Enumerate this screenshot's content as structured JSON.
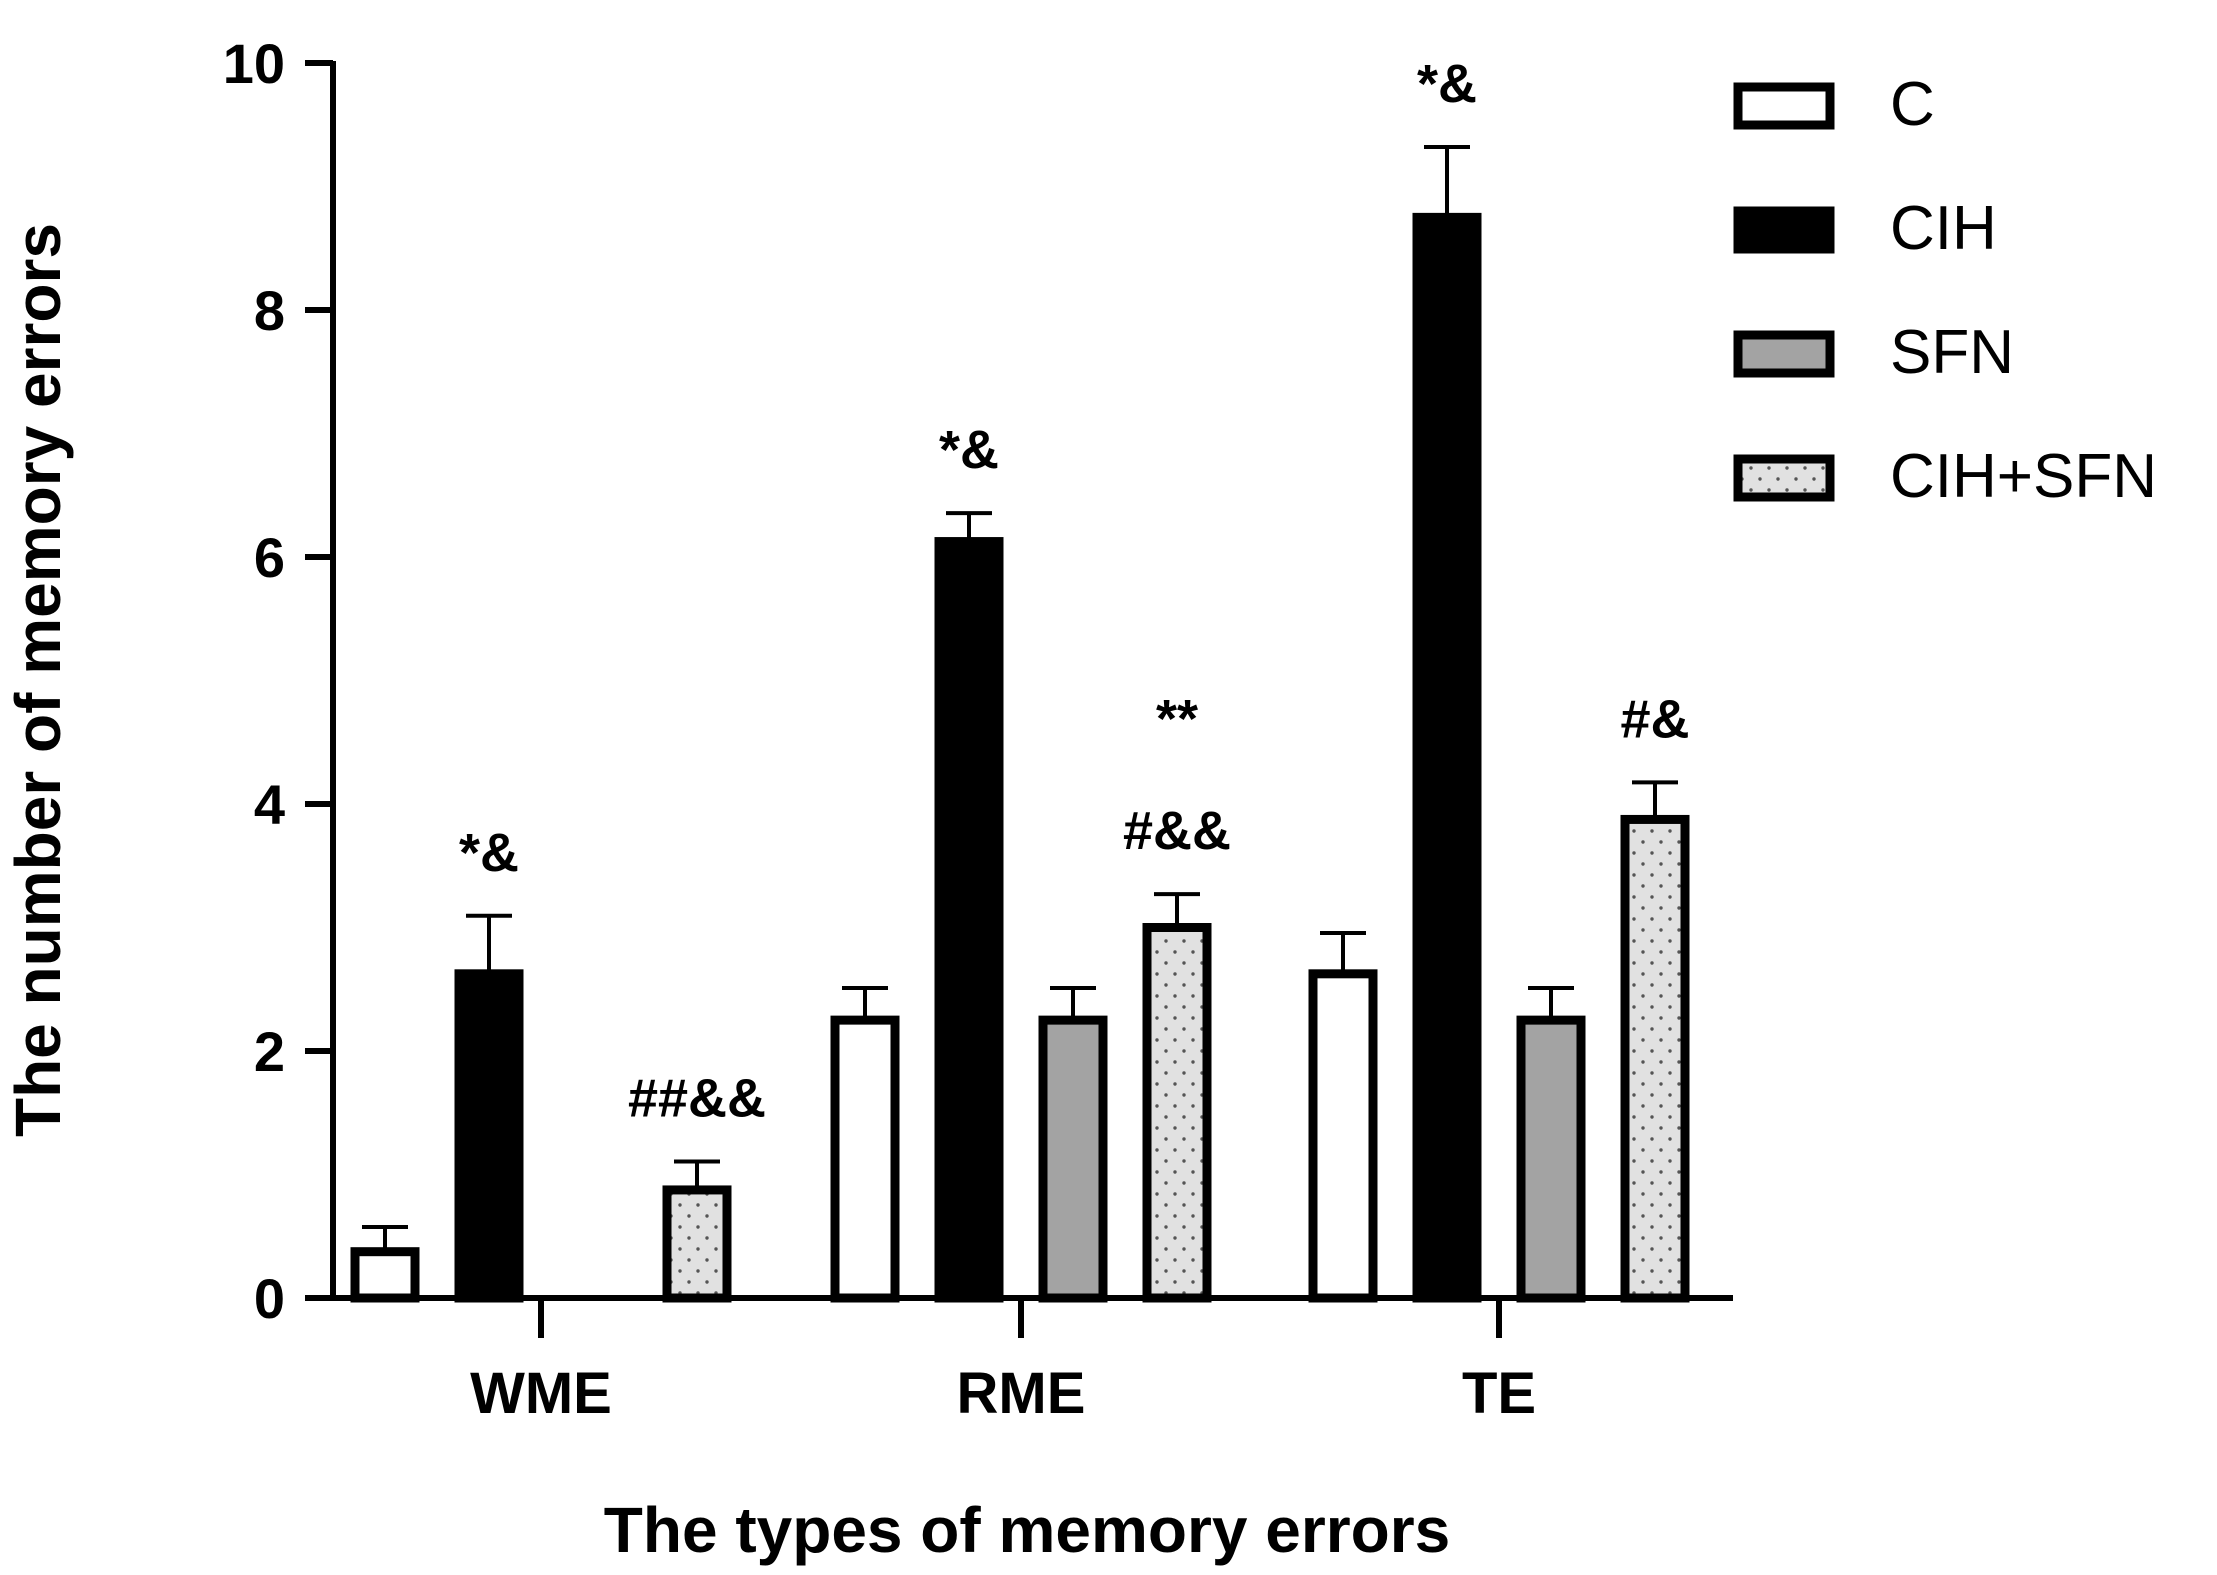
{
  "chart_data": {
    "type": "bar",
    "title": "",
    "xlabel": "The types of memory errors",
    "ylabel": "The number of memory errors",
    "ylim": [
      0,
      10
    ],
    "yticks": [
      0,
      2,
      4,
      6,
      8,
      10
    ],
    "grid": false,
    "legend_position": "top-right",
    "categories": [
      "WME",
      "RME",
      "TE"
    ],
    "series": [
      {
        "name": "C",
        "fill": "#ffffff",
        "pattern": "none",
        "values": [
          0.375,
          2.25,
          2.625
        ],
        "errors": [
          0.2,
          0.26,
          0.33
        ]
      },
      {
        "name": "CIH",
        "fill": "#000000",
        "pattern": "none",
        "values": [
          2.625,
          6.125,
          8.75
        ],
        "errors": [
          0.47,
          0.23,
          0.57
        ]
      },
      {
        "name": "SFN",
        "fill": "#a3a3a3",
        "pattern": "none",
        "values": [
          0,
          2.25,
          2.25
        ],
        "errors": [
          0,
          0.26,
          0.26
        ]
      },
      {
        "name": "CIH+SFN",
        "fill": "#e1e1e1",
        "pattern": "dots",
        "values": [
          0.875,
          3.0,
          3.875
        ],
        "errors": [
          0.23,
          0.27,
          0.3
        ]
      }
    ],
    "annotations": [
      {
        "category": "WME",
        "series": "CIH",
        "lines": [
          "*&"
        ]
      },
      {
        "category": "WME",
        "series": "CIH+SFN",
        "lines": [
          "##&&"
        ]
      },
      {
        "category": "RME",
        "series": "CIH",
        "lines": [
          "*&"
        ]
      },
      {
        "category": "RME",
        "series": "CIH+SFN",
        "lines": [
          "**",
          "#&&"
        ]
      },
      {
        "category": "TE",
        "series": "CIH",
        "lines": [
          "*&"
        ]
      },
      {
        "category": "TE",
        "series": "CIH+SFN",
        "lines": [
          "#&"
        ]
      }
    ]
  }
}
